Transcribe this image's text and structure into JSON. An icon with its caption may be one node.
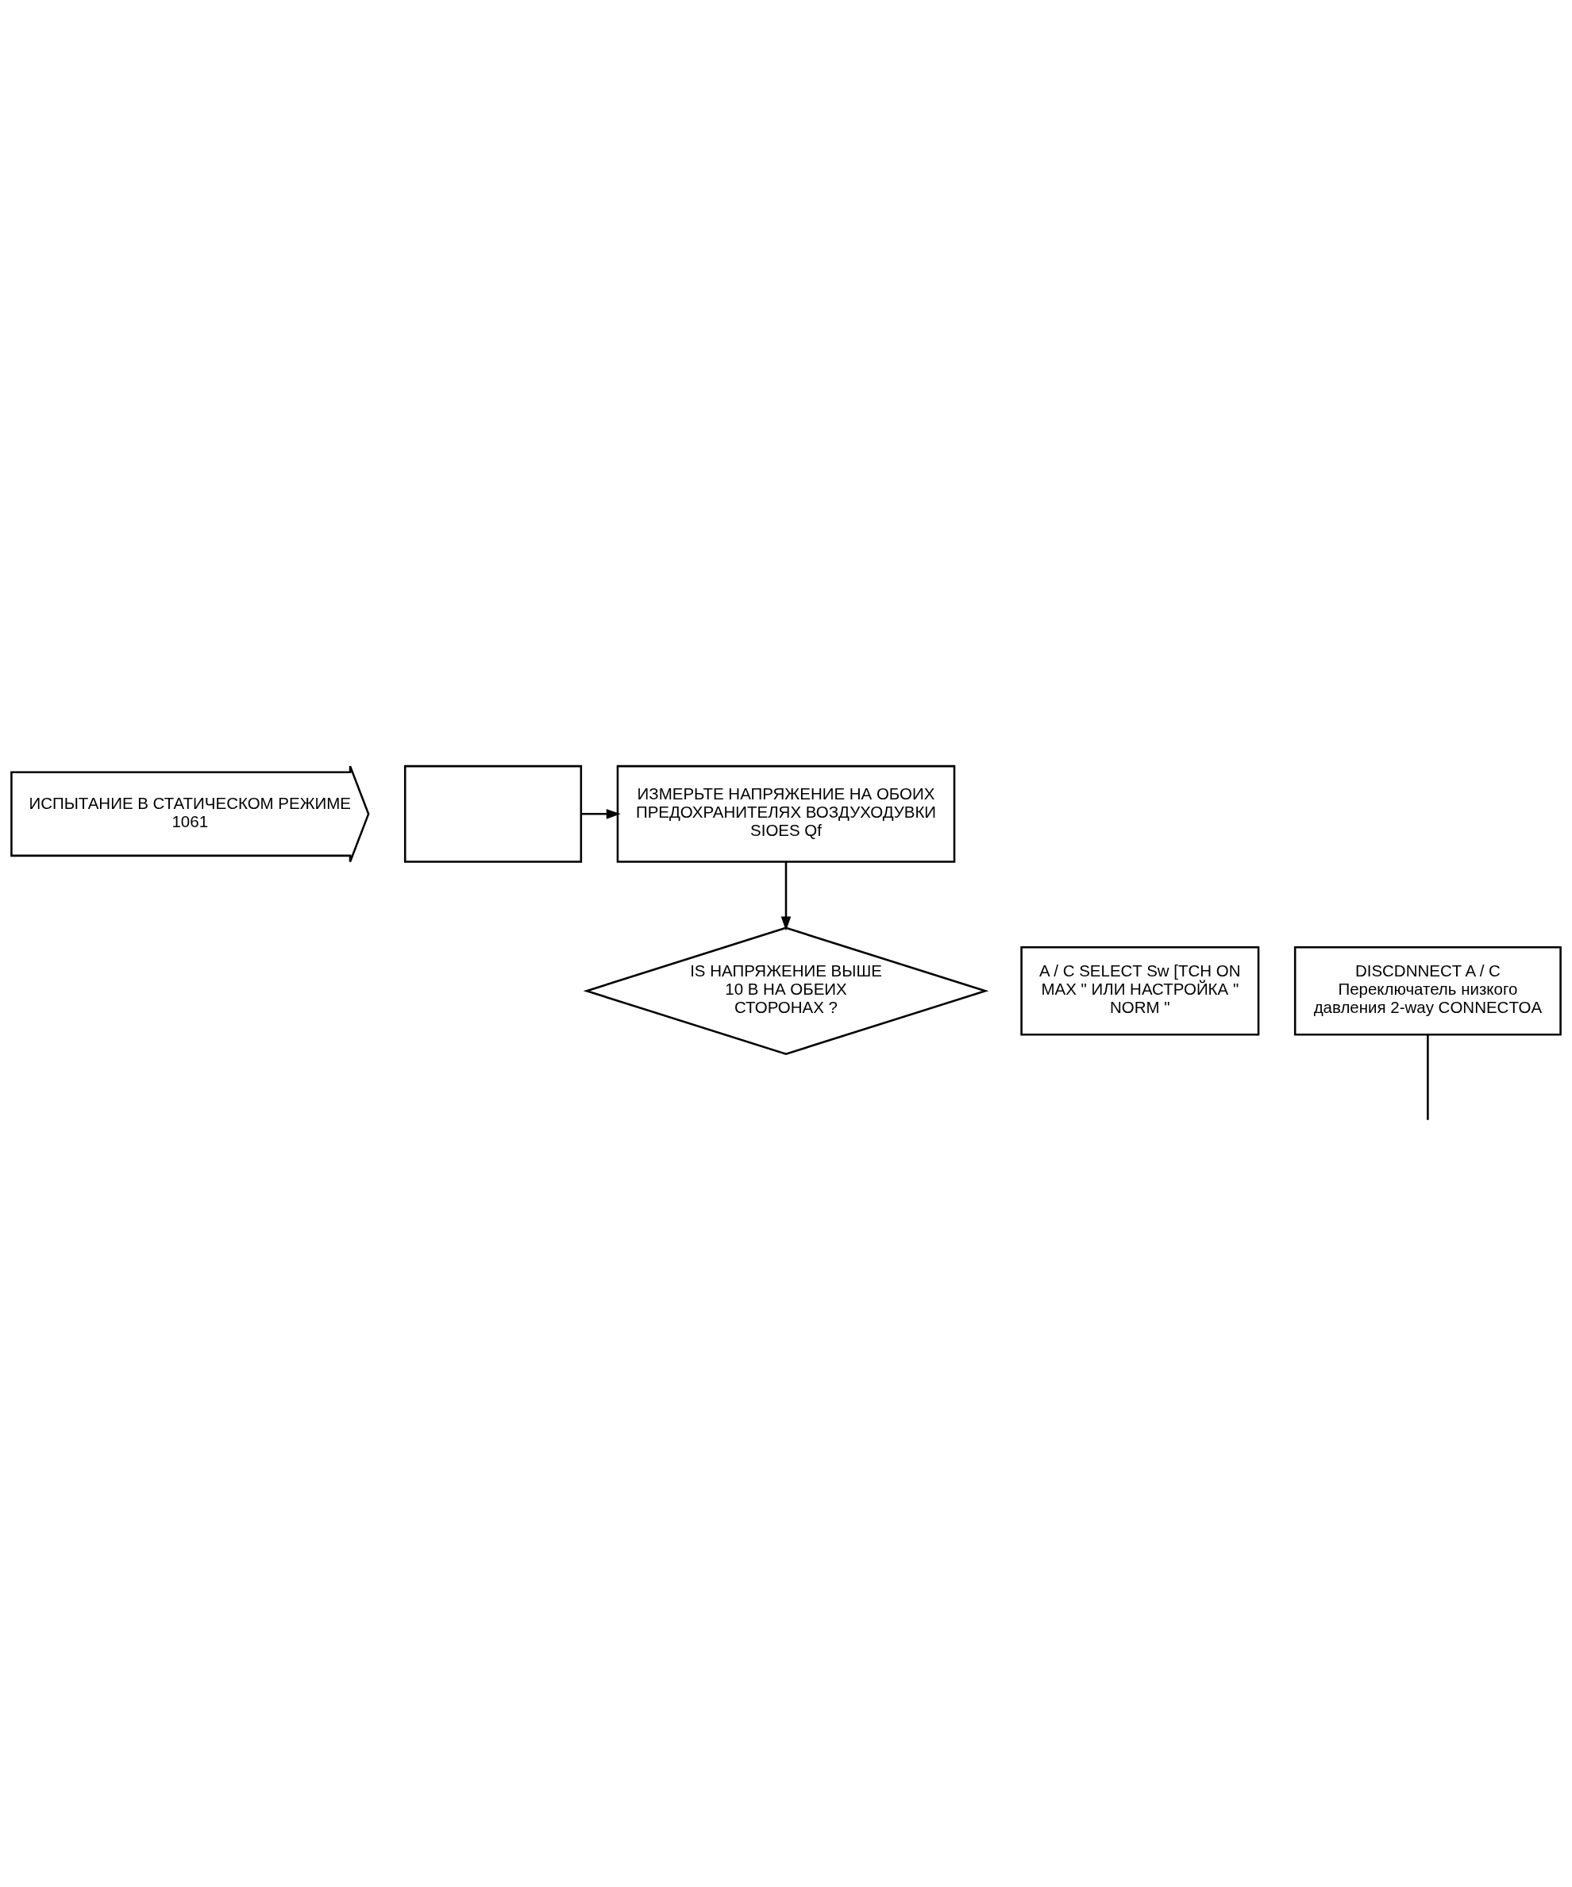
{
  "diagram": {
    "nodes": [
      {
        "text": [
          "ИСПЫТАНИЕ В СТАТИЧЕСКОМ РЕЖИМЕ 1061"
        ]
      },
      {
        "text": [],
        "shape": "box"
      },
      {
        "text": [
          "ИЗМЕРЬТЕ НАПРЯЖЕНИЕ НА ОБОИХ ПРЕДОХРАНИТЕЛЯХ ВОЗДУХОДУВКИ SIOES Qf"
        ]
      },
      {
        "text": [
          "IS НАПРЯЖЕНИЕ ВЫШЕ 10 В НА ОБЕИХ СТОРОНАХ ?"
        ]
      },
      {
        "text": [
          "A / C SELECT Sw [TCH ON MAX \" ИЛИ НАСТРОЙКА \" NORM \""
        ]
      },
      {
        "text": [
          "DISCDNNECT A / C Переключатель низкого давления 2-way CONNECTOA"
        ]
      }
    ],
    "edges": [
      {
        "from": 1,
        "to": 2,
        "arrow": "to"
      },
      {
        "from": 2,
        "to": 3,
        "arrow": "to"
      },
      {
        "from": 5,
        "to": null,
        "arrow": "none"
      }
    ]
  }
}
